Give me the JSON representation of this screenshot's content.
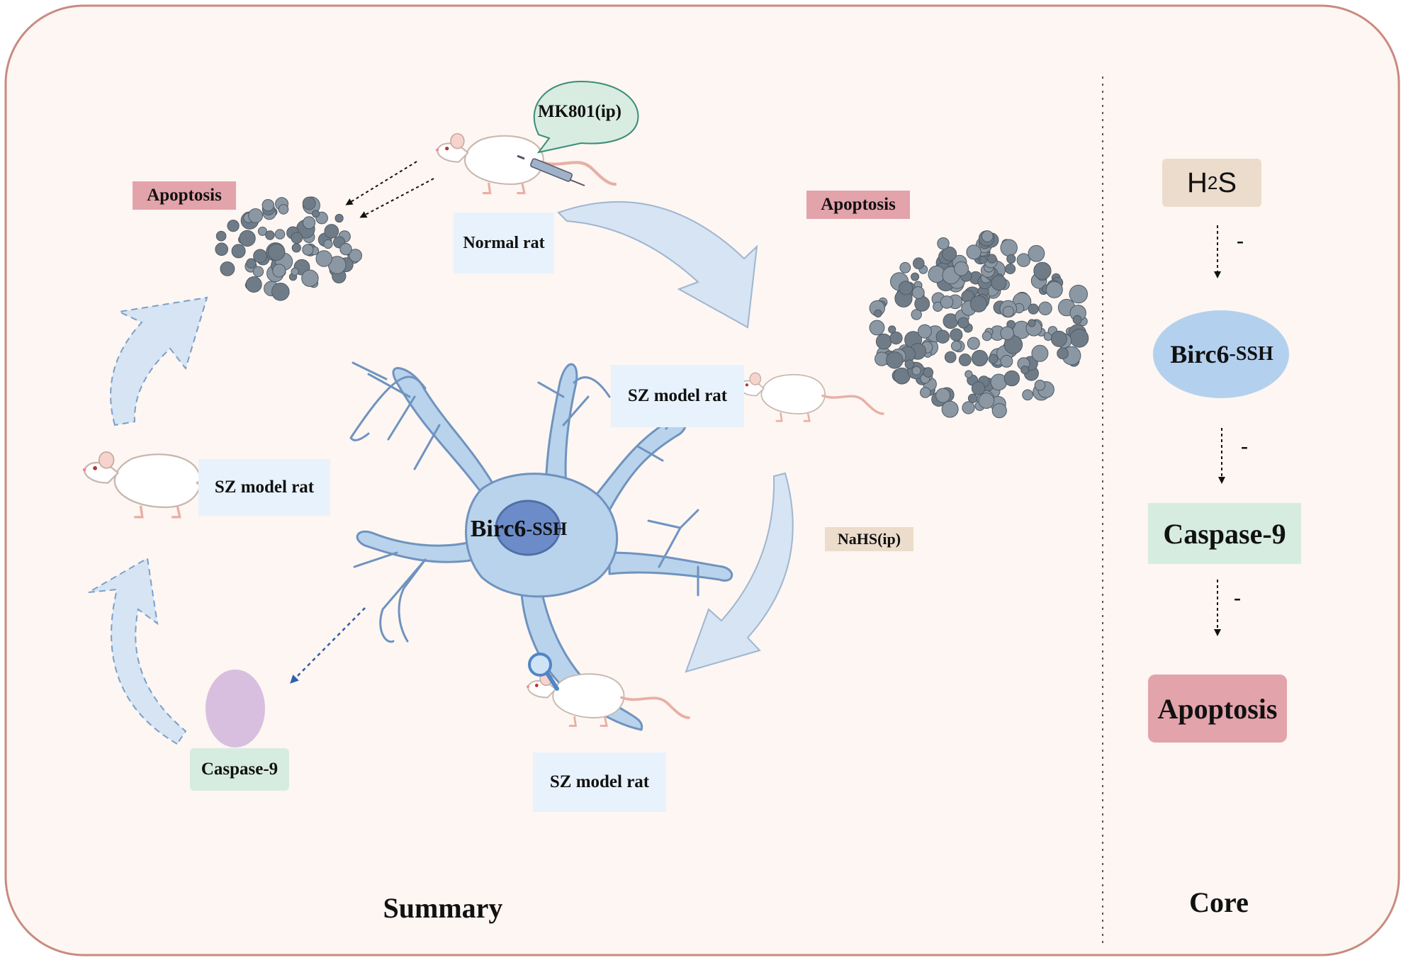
{
  "summary": {
    "title": "Summary",
    "mk801": "MK801(ip)",
    "normal_rat": "Normal rat",
    "apoptosis_left": "Apoptosis",
    "apoptosis_right": "Apoptosis",
    "sz_model_rat_top": "SZ model rat",
    "sz_model_rat_left": "SZ model rat",
    "sz_model_rat_bottom": "SZ model rat",
    "nahs": "NaHS(ip)",
    "caspase9": "Caspase-9",
    "neuron_label_base": "Birc6",
    "neuron_label_sup": "-SSH"
  },
  "core": {
    "title": "Core",
    "h2s_base": "H",
    "h2s_sub": "2",
    "h2s_tail": "S",
    "birc6_base": "Birc6",
    "birc6_sup": "-SSH",
    "caspase9": "Caspase-9",
    "apoptosis": "Apoptosis",
    "inhibit_sign_1": "-",
    "inhibit_sign_2": "-",
    "inhibit_sign_3": "-"
  },
  "colors": {
    "panel_bg": "#fdf6f2",
    "panel_border": "#c98a80",
    "apoptosis_box": "#e3a3ab",
    "rat_label_box": "#e8f2fc",
    "caspase_box": "#d7ece1",
    "h2s_box": "#ecdccb",
    "neuron_fill": "#b9d3ec",
    "neuron_stroke": "#6f93bf",
    "nucleus": "#6c8cc9",
    "birc6_ellipse": "#b3d1ee",
    "arrow_fill": "#d6e4f3",
    "cell_cluster": "#8b98a4",
    "caspase_ellipse": "#d8bfdf"
  }
}
